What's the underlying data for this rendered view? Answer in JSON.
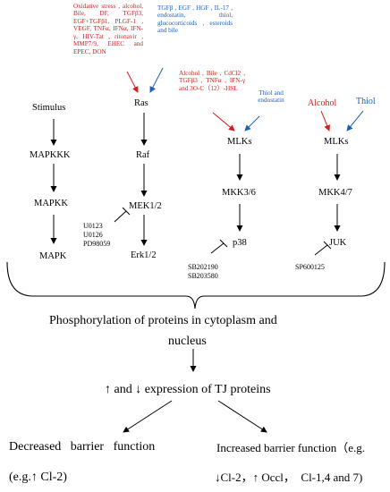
{
  "colors": {
    "activator_red": "#d11f1f",
    "activator_blue": "#1c5fb8",
    "line": "#000000"
  },
  "col1": {
    "stimulus": "Stimulus",
    "mapkkk": "MAPKKK",
    "mapkk": "MAPKK",
    "mapk": "MAPK"
  },
  "col2": {
    "red_stimuli": "Oxidative stress , alcohol, Bile, DF, TGFβ3, EGF+TGFβ1, PLGF-1 , VEGF, TNFα, IFNα, IFN-γ, HIV-Tat , ritonavir , MMP7/9, EHEC and EPEC, DON",
    "blue_stimuli": "TGFβ , EGF , HGF , IL-17 , endostatin, thiol, glucocorticoids , esteroids and bile",
    "ras": "Ras",
    "raf": "Raf",
    "mek": "MEK1/2",
    "erk": "Erk1/2",
    "inhibitors": [
      "U0123",
      "U0126",
      "PD98059"
    ]
  },
  "col3": {
    "red_stimuli": "Alcohol , Bile , CdCl2 , TGFβ3 , TNFα , IFN-γ and 3O-C（12）-HSL",
    "blue_stimuli": "Thiol and endostatin",
    "mlk": "MLKs",
    "mkk": "MKK3/6",
    "p38": "p38",
    "inhibitors": [
      "SB202190",
      "SB203580"
    ]
  },
  "col4": {
    "red_stimulus": "Alcohol",
    "blue_stimulus": "Thiol",
    "mlk": "MLKs",
    "mkk": "MKK4/7",
    "jnk": "JUK",
    "inhibitors": [
      "SP600125"
    ]
  },
  "bottom": {
    "phospho_line1": "Phosphorylation of proteins in cytoplasm and",
    "phospho_line2": "nucleus",
    "expression": "↑ and ↓ expression of TJ proteins",
    "decreased_title": "Decreased   barrier   function",
    "decreased_example": "(e.g.↑ Cl-2)",
    "increased_title": "Increased barrier function（e.g.",
    "increased_example": "↓Cl-2，↑ Occl，  Cl-1,4 and 7)"
  }
}
